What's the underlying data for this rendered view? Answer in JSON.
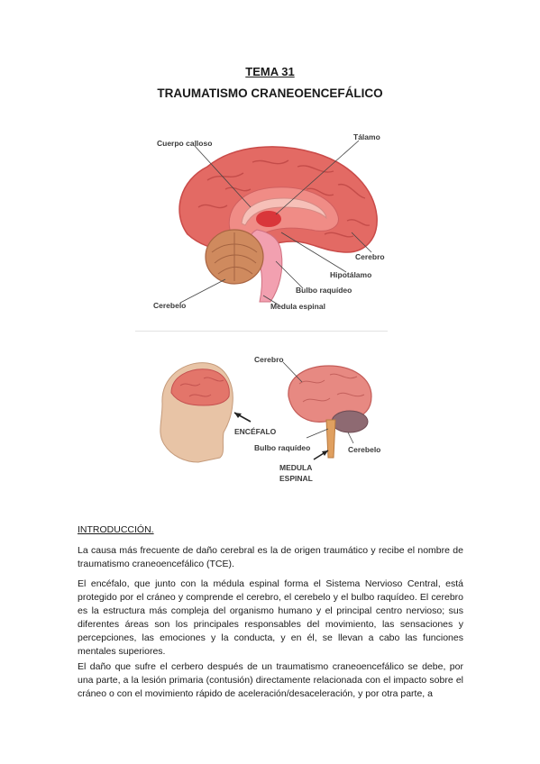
{
  "header": {
    "topic": "TEMA 31",
    "title": "TRAUMATISMO CRANEOENCEFÁLICO"
  },
  "figure1": {
    "labels": {
      "corpus_callosum": "Cuerpo calloso",
      "thalamus": "Tálamo",
      "cerebrum": "Cerebro",
      "hypothalamus": "Hipotálamo",
      "medulla_oblongata": "Bulbo raquídeo",
      "cerebellum": "Cerebelo",
      "spinal_cord": "Medula espinal"
    }
  },
  "figure2": {
    "labels": {
      "cerebrum": "Cerebro",
      "encephalon": "ENCÉFALO",
      "medulla_oblongata": "Bulbo raquídeo",
      "cerebellum": "Cerebelo",
      "spinal_line1": "MEDULA",
      "spinal_line2": "ESPINAL"
    }
  },
  "section": {
    "heading": "INTRODUCCIÓN.",
    "paragraphs": [
      "La causa más frecuente de daño cerebral es la de origen traumático y recibe el nombre de traumatismo craneoencefálico (TCE).",
      "El encéfalo, que junto con la médula espinal forma el Sistema Nervioso Central, está protegido por el cráneo y comprende el cerebro, el cerebelo y el bulbo raquídeo. El cerebro es la estructura más compleja del organismo humano y el principal centro nervioso; sus diferentes áreas son los principales responsables del movimiento, las sensaciones y percepciones, las emociones y la conducta, y en él, se llevan a cabo las funciones mentales superiores.",
      "El daño que sufre el cerbero después de un traumatismo craneoencefálico se debe, por una parte, a la lesión primaria (contusión) directamente relacionada con el impacto sobre el cráneo o con el movimiento rápido de aceleración/desaceleración, y por otra parte, a"
    ]
  }
}
